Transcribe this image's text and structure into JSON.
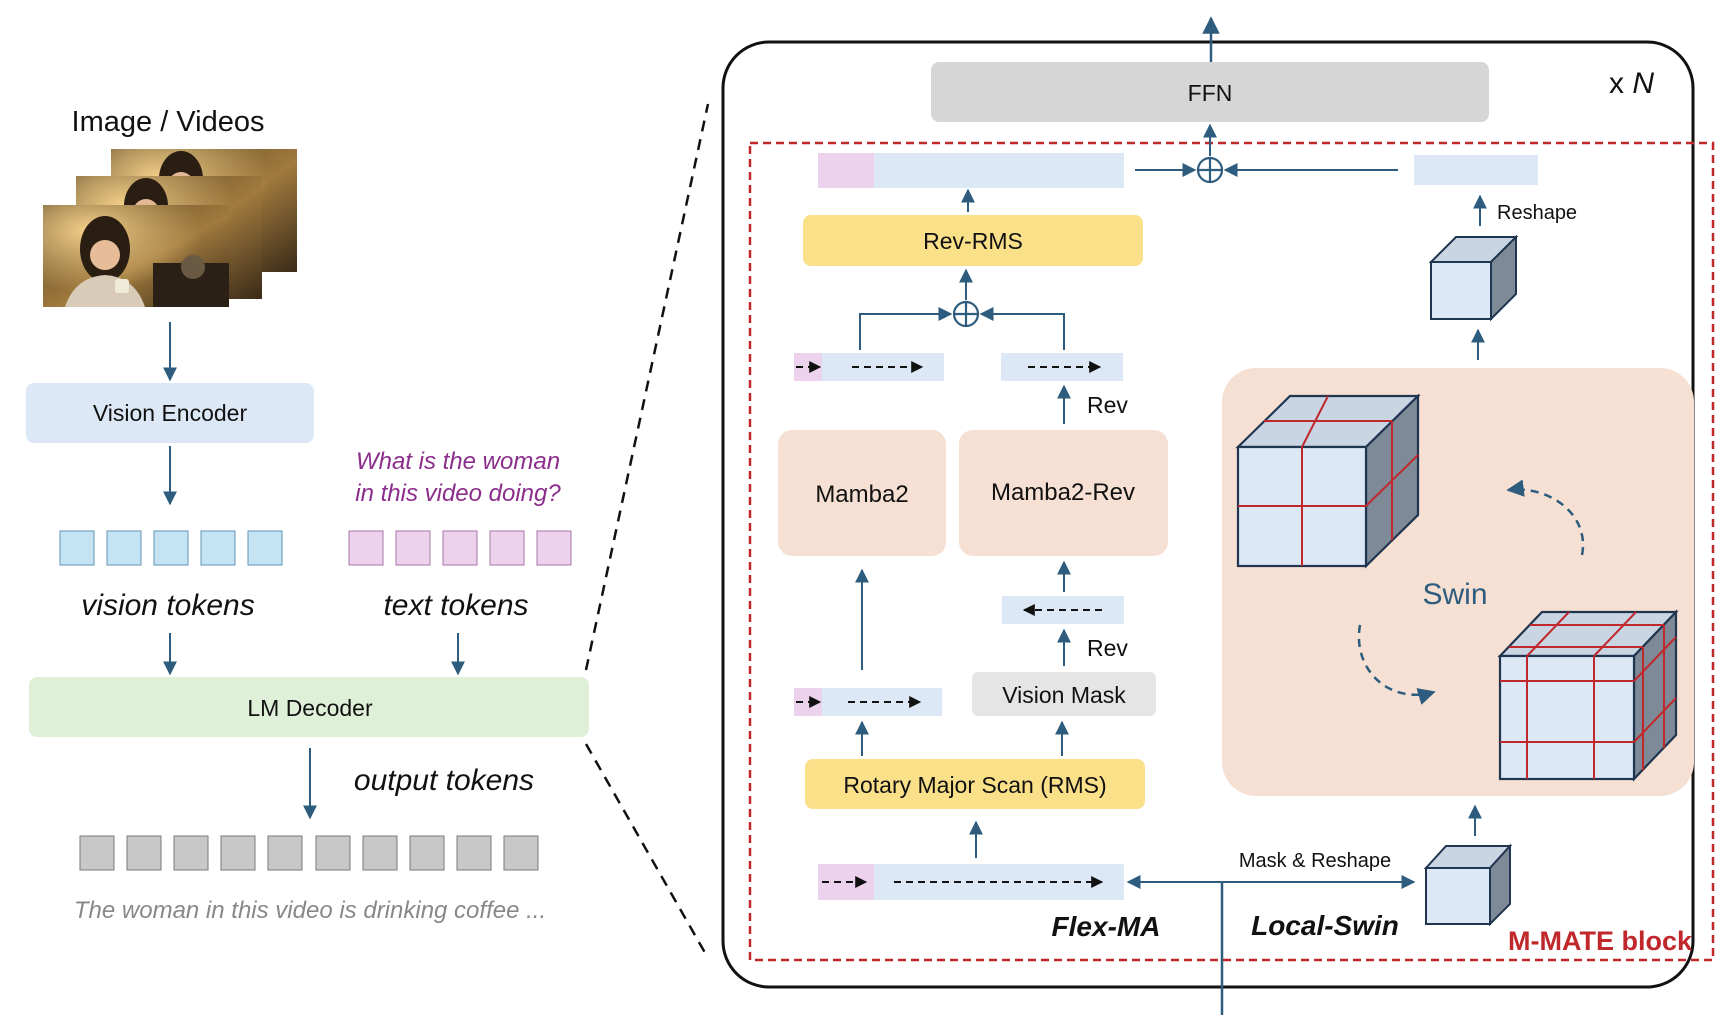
{
  "left_pipeline": {
    "input_title": "Image / Videos",
    "vision_encoder": "Vision Encoder",
    "question_line1": "What is the woman",
    "question_line2": "in this video doing?",
    "vision_tokens_label": "vision tokens",
    "text_tokens_label": "text tokens",
    "lm_decoder": "LM Decoder",
    "output_tokens_label": "output tokens",
    "output_text": "The woman in this video is drinking coffee ..."
  },
  "block": {
    "repeat_label": "x",
    "repeat_symbol": "N",
    "ffn": "FFN",
    "rev_rms": "Rev-RMS",
    "mamba2": "Mamba2",
    "mamba2_rev": "Mamba2-Rev",
    "rev_upper": "Rev",
    "rev_lower": "Rev",
    "vision_mask": "Vision Mask",
    "rms": "Rotary Major Scan (RMS)",
    "flex_ma": "Flex-MA",
    "local_swin": "Local-Swin",
    "mask_reshape": "Mask & Reshape",
    "reshape": "Reshape",
    "swin": "Swin",
    "block_name": "M-MATE block"
  },
  "colors": {
    "arrow": "#2e5c7e",
    "vision_token": "#c5e3f3",
    "text_token": "#ecd2ec",
    "output_token": "#c8c8c8",
    "encoder_fill": "#dce8f5",
    "decoder_fill": "#dff0d8",
    "ffn_fill": "#d6d6d6",
    "rms_fill": "#fbe08a",
    "mamba_fill": "#f6e0d3",
    "block_border_red": "#c0282c",
    "question_purple": "#8b2d8b"
  }
}
